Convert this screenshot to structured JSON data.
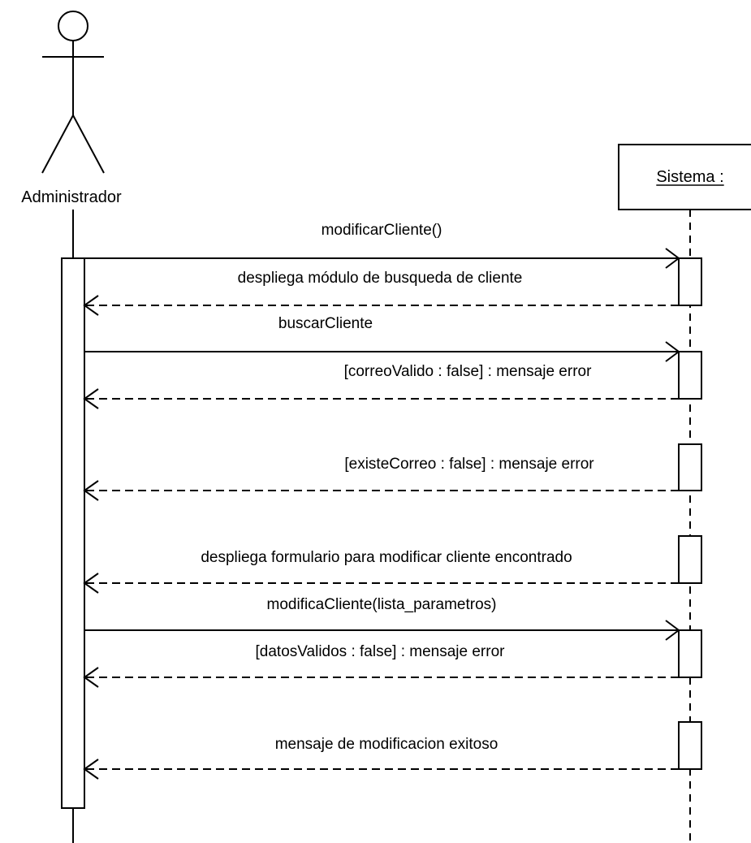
{
  "participants": {
    "actor": "Administrador",
    "system": "Sistema :"
  },
  "messages": [
    {
      "label": "modificarCliente()",
      "kind": "call"
    },
    {
      "label": "despliega módulo de busqueda de cliente",
      "kind": "return"
    },
    {
      "label": "buscarCliente",
      "kind": "call"
    },
    {
      "label": "[correoValido : false] : mensaje error",
      "kind": "return"
    },
    {
      "label": "[existeCorreo : false] : mensaje error",
      "kind": "return"
    },
    {
      "label": "despliega formulario para modificar cliente encontrado",
      "kind": "return"
    },
    {
      "label": "modificaCliente(lista_parametros)",
      "kind": "call"
    },
    {
      "label": "[datosValidos : false] : mensaje error",
      "kind": "return"
    },
    {
      "label": "mensaje de modificacion exitoso",
      "kind": "return"
    }
  ]
}
